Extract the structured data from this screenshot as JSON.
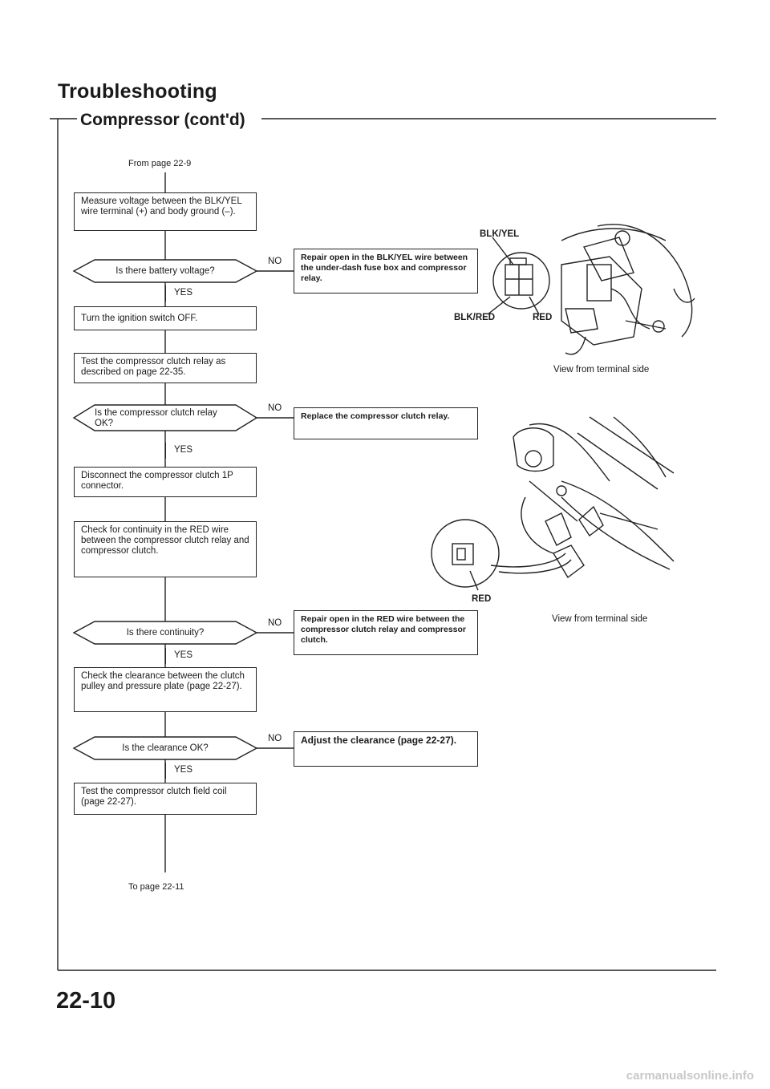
{
  "header": {
    "title": "Troubleshooting",
    "subtitle": "Compressor (cont'd)"
  },
  "flow": {
    "from_page": "From page 22-9",
    "to_page": "To page 22-11",
    "steps": [
      "Measure voltage between the BLK/YEL wire terminal (+) and body ground (–).",
      "Turn the ignition switch OFF.",
      "Test the compressor clutch relay as described on page 22-35.",
      "Disconnect the compressor clutch 1P connector.",
      "Check for continuity in the RED wire between the compressor clutch relay and compressor clutch.",
      "Check the clearance between the clutch pulley and pressure plate (page 22-27).",
      "Test the compressor clutch field coil (page 22-27)."
    ],
    "decisions": [
      "Is there battery voltage?",
      "Is the compressor clutch relay OK?",
      "Is there continuity?",
      "Is the clearance OK?"
    ],
    "actions": [
      "Repair open in the BLK/YEL wire between the under-dash fuse box and compressor relay.",
      "Replace the compressor clutch relay.",
      "Repair open in the RED wire between the compressor clutch relay and compressor clutch.",
      "Adjust the clearance (page 22-27)."
    ],
    "yes_label": "YES",
    "no_label": "NO"
  },
  "figure1": {
    "wire_top": "BLK/YEL",
    "wire_left": "BLK/RED",
    "wire_right": "RED",
    "caption": "View from terminal side"
  },
  "figure2": {
    "wire": "RED",
    "caption": "View from terminal side"
  },
  "footer": {
    "page_number": "22-10",
    "watermark": "carmanualsonline.info"
  }
}
